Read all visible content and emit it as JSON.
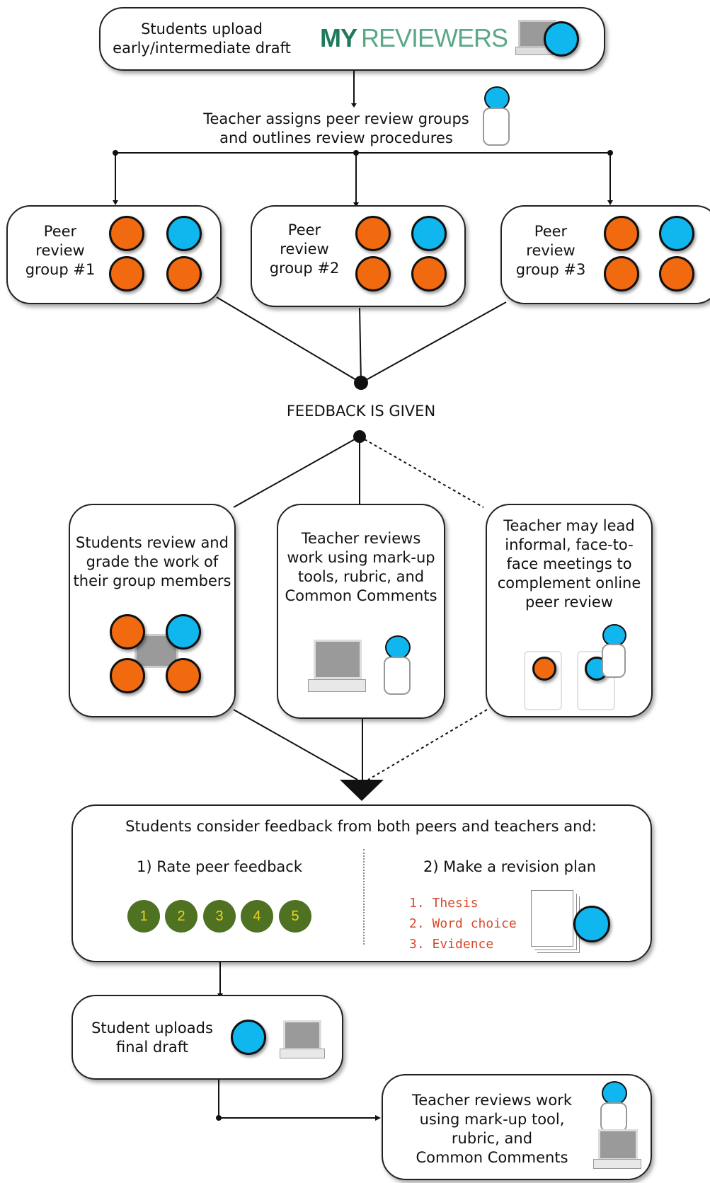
{
  "top": {
    "upload_text": "Students upload\nearly/intermediate draft",
    "logo_my": "MY",
    "logo_reviewers": "REVIEWERS"
  },
  "teacher_assign": "Teacher assigns peer review groups\nand outlines review procedures",
  "groups": [
    {
      "label": "Peer\nreview\ngroup #1"
    },
    {
      "label": "Peer\nreview\ngroup #2"
    },
    {
      "label": "Peer\nreview\ngroup #3"
    }
  ],
  "feedback_label": "FEEDBACK IS GIVEN",
  "review_boxes": [
    {
      "text": "Students review and\ngrade the work of\ntheir group members"
    },
    {
      "text": "Teacher reviews\nwork using mark-up\ntools, rubric, and\nCommon Comments"
    },
    {
      "text": "Teacher may lead\ninformal, face-to-\nface meetings to\ncomplement online\npeer review"
    }
  ],
  "consider": {
    "heading": "Students consider feedback from both peers and teachers and:",
    "rate_label": "1) Rate peer feedback",
    "plan_label": "2) Make a revision plan",
    "ratings": [
      "1",
      "2",
      "3",
      "4",
      "5"
    ],
    "plan_items": [
      "1. Thesis",
      "2. Word choice",
      "3. Evidence"
    ]
  },
  "final_upload": "Student uploads\nfinal draft",
  "teacher_final": "Teacher reviews work\nusing mark-up tool,\nrubric, and\nCommon Comments",
  "colors": {
    "orange": "#f26a0f",
    "blue": "#10b6ee",
    "green": "#4e7221",
    "plan_red": "#d8492a",
    "logo_green": "#1e7a5a"
  }
}
